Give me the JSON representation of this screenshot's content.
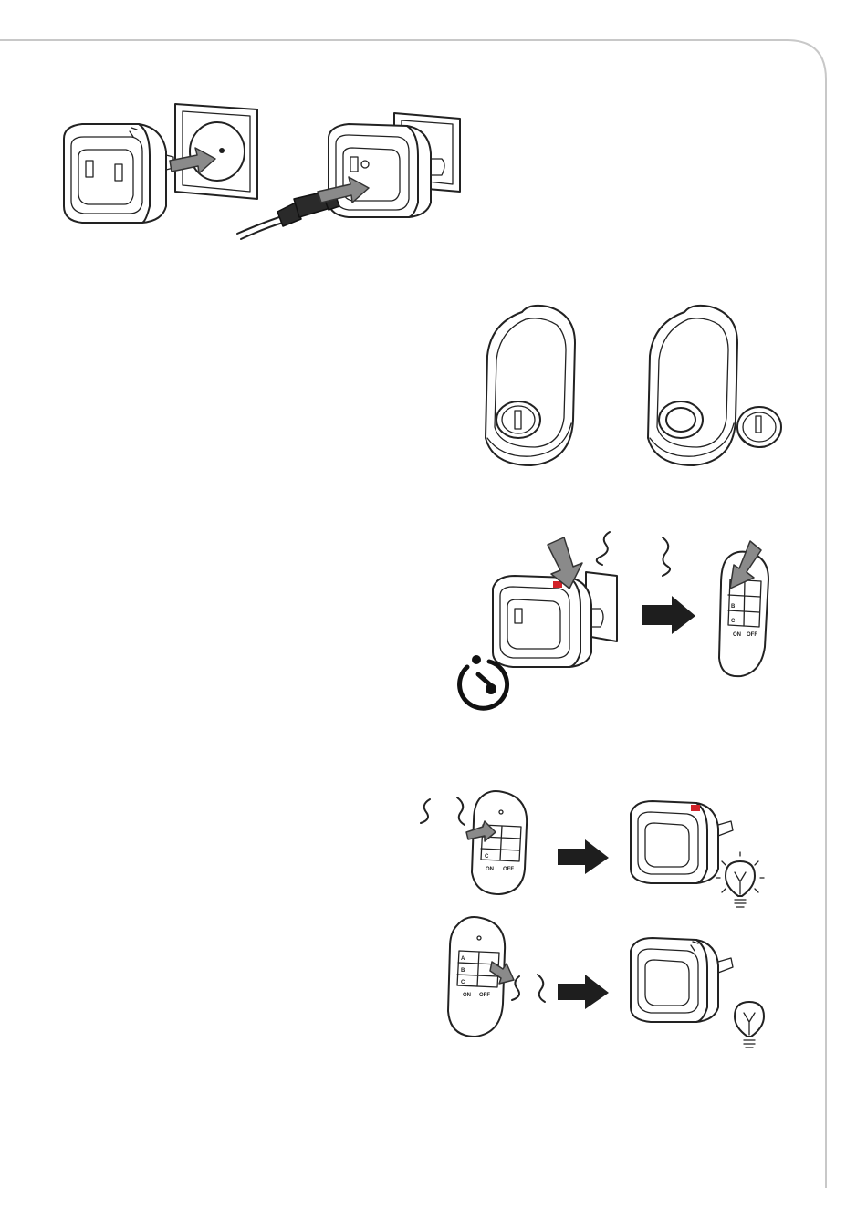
{
  "remote_buttons": {
    "row_a": "A",
    "row_b": "B",
    "row_c": "C",
    "on_label": "ON",
    "off_label": "OFF"
  },
  "colors": {
    "led_red": "#d2232a",
    "arrow_gray": "#8a8a8a",
    "arrow_black": "#1e1e1e",
    "frame_line": "#c8c8c8"
  },
  "icons": {
    "timer": "stopwatch-icon",
    "bulb_on": "lightbulb-on-icon",
    "bulb_off": "lightbulb-off-icon",
    "signal": "signal-wave-icon"
  }
}
